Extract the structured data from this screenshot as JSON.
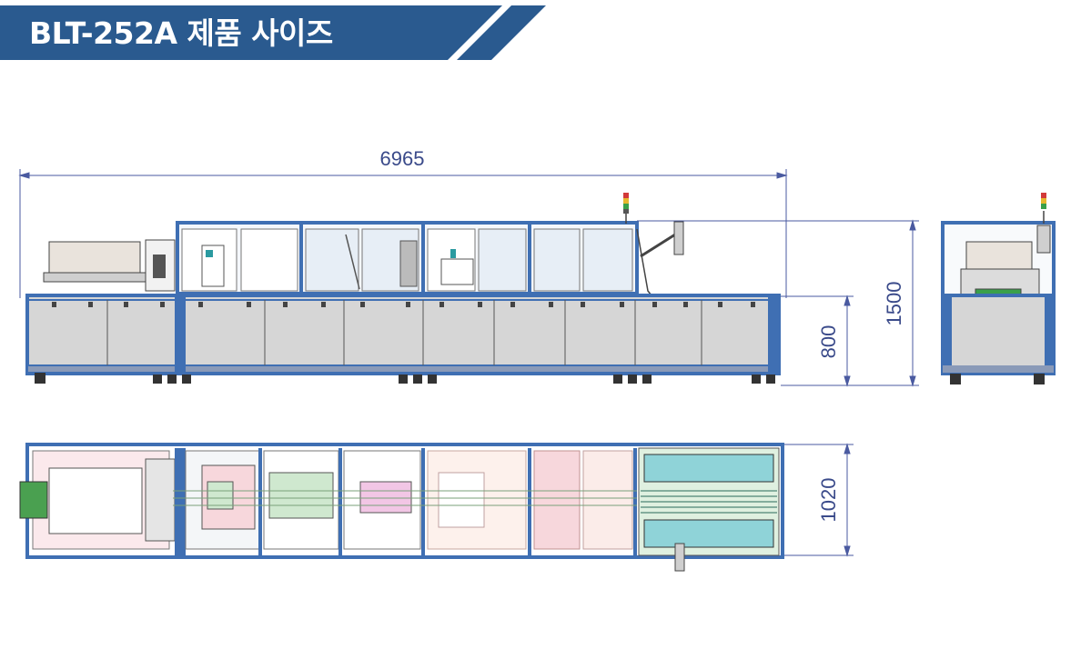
{
  "header": {
    "title": "BLT-252A 제품 사이즈",
    "accent_color": "#2a5a8f"
  },
  "dimensions": {
    "length": "6965",
    "height": "1500",
    "table_height": "800",
    "width": "1020"
  },
  "colors": {
    "frame_blue": "#3f6fb3",
    "panel_gray": "#d6d6d6",
    "dimension_line": "#4a5aa0",
    "light_blue_glass": "#e7eef6",
    "pink_zone": "#f7d7dc",
    "cyan_zone": "#8fd3d8",
    "green_zone": "#cfe8cf"
  }
}
